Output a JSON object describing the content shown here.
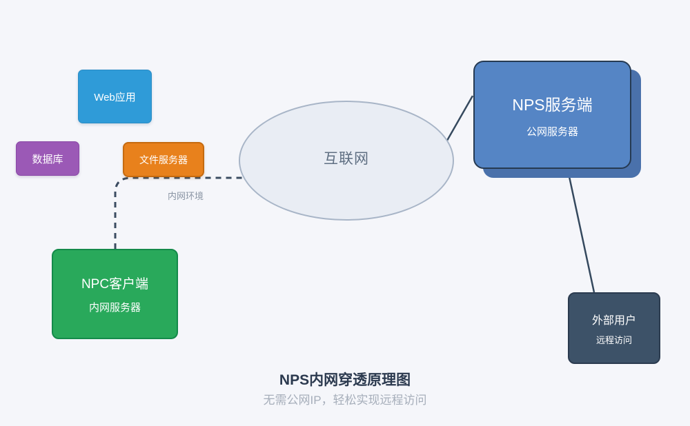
{
  "canvas": {
    "background": "#f5f6fa"
  },
  "diagram": {
    "title": "NPS内网穿透原理图",
    "subtitle": "无需公网IP，轻松实现远程访问",
    "nodes": {
      "web_app": {
        "label": "Web应用",
        "fill": "#2f9bd8"
      },
      "database": {
        "label": "数据库",
        "fill": "#9b59b6"
      },
      "file_server": {
        "label": "文件服务器",
        "fill": "#e8811c"
      },
      "internet": {
        "label": "互联网",
        "fill": "#e9edf4",
        "border": "#a8b5c7"
      },
      "nps_server": {
        "title": "NPS服务端",
        "subtitle": "公网服务器",
        "fill": "#5585c5",
        "shadow": "#4a71ab"
      },
      "npc_client": {
        "title": "NPC客户端",
        "subtitle": "内网服务器",
        "fill": "#29a95b"
      },
      "external_user": {
        "title": "外部用户",
        "subtitle": "远程访问",
        "fill": "#3d5268"
      }
    },
    "labels": {
      "intranet_env": "内网环境"
    },
    "connectors": {
      "color": "#35495e",
      "dashed_color": "#3b4c61"
    }
  }
}
